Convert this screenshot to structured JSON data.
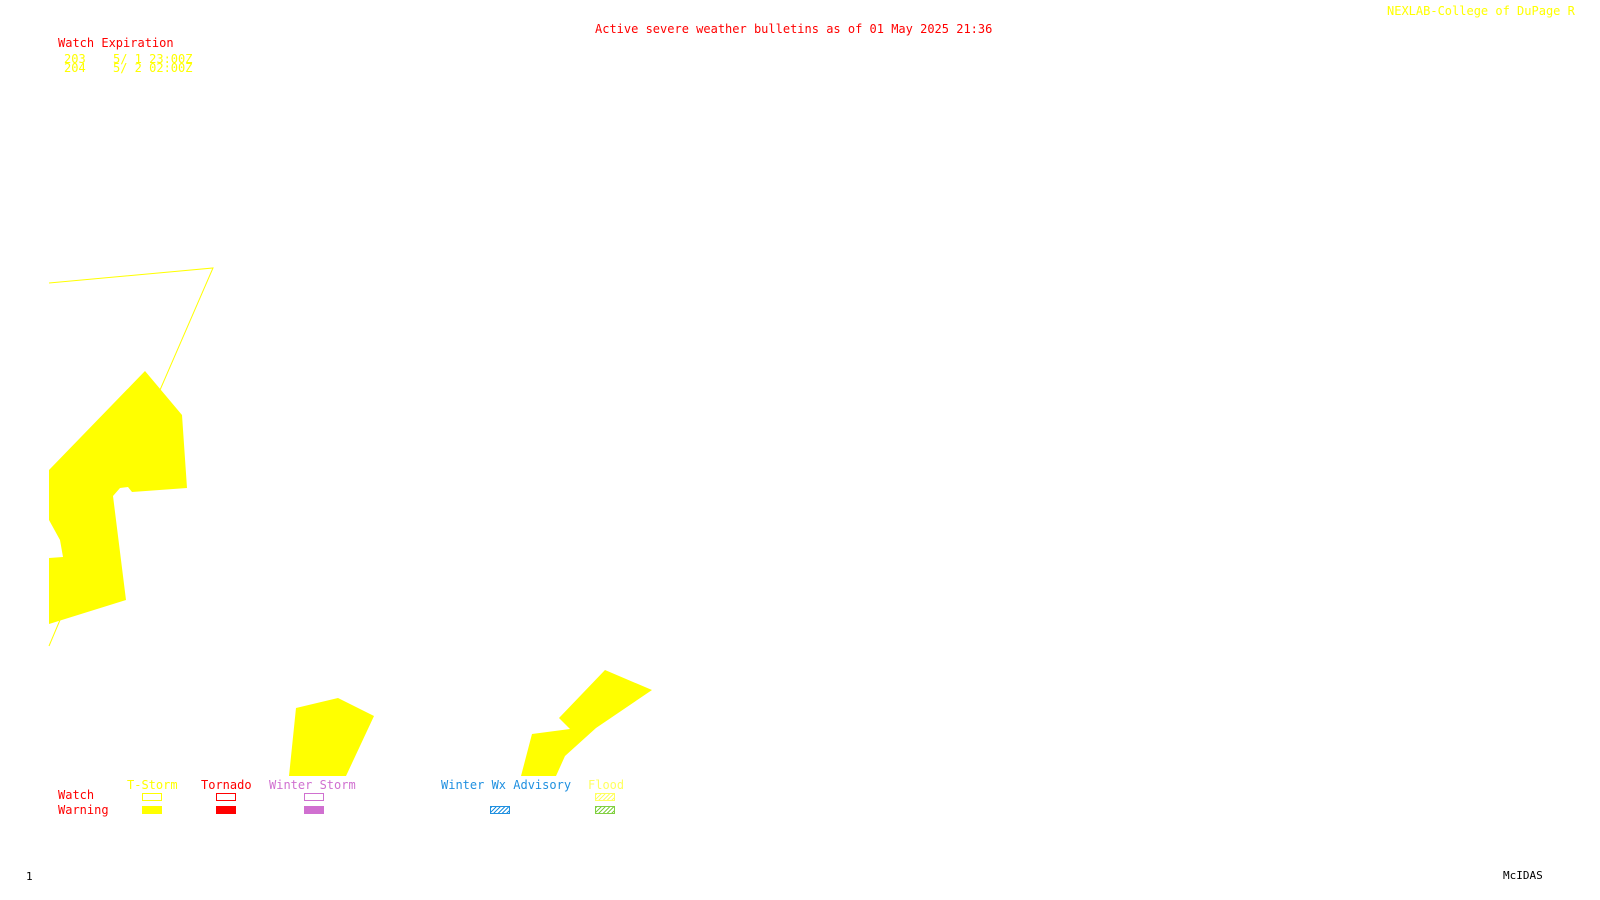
{
  "header": {
    "title": "Active severe weather bulletins as of 01 May 2025 21:36",
    "credit": "NEXLAB-College of DuPage R"
  },
  "watch_list": {
    "heading": "Watch Expiration",
    "watches": [
      {
        "number": "203",
        "expires": "5/ 1 23:00Z"
      },
      {
        "number": "204",
        "expires": "5/ 2 02:00Z"
      }
    ]
  },
  "legend": {
    "row_labels": {
      "watch": "Watch",
      "warning": "Warning"
    },
    "categories": [
      {
        "label": "T-Storm",
        "color": "#ffff00"
      },
      {
        "label": "Tornado",
        "color": "#ff0000"
      },
      {
        "label": "Winter Storm",
        "color": "#d070d0"
      },
      {
        "label": "Winter Wx Advisory",
        "color": "#2090e0"
      },
      {
        "label": "Flood",
        "color": "#ffff60",
        "warning_color": "#80d040"
      }
    ]
  },
  "footer": {
    "frame_number": "1",
    "software": "McIDAS"
  },
  "colors": {
    "title": "#ff0000",
    "credit": "#ffff00",
    "watch_heading": "#ff0000",
    "watch_entries": "#ffff00",
    "tstorm_warning_fill": "#ffff00",
    "tstorm_watch_outline": "#ffff00"
  }
}
